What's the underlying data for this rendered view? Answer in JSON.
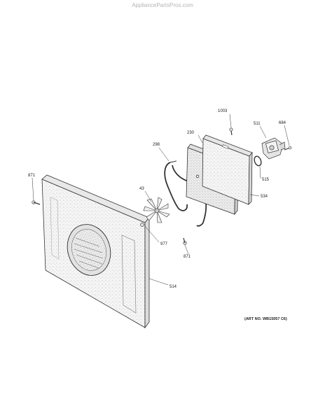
{
  "watermark": "AppliancePartsPros.com",
  "art_number": "(ART NO. WB15057 C6)",
  "parts": {
    "p1003": "1003",
    "p230": "230",
    "p511": "511",
    "p684": "684",
    "p298": "298",
    "p871_left": "871",
    "p43": "43",
    "p515": "515",
    "p534": "534",
    "p977": "977",
    "p871_right": "871",
    "p514": "514"
  }
}
